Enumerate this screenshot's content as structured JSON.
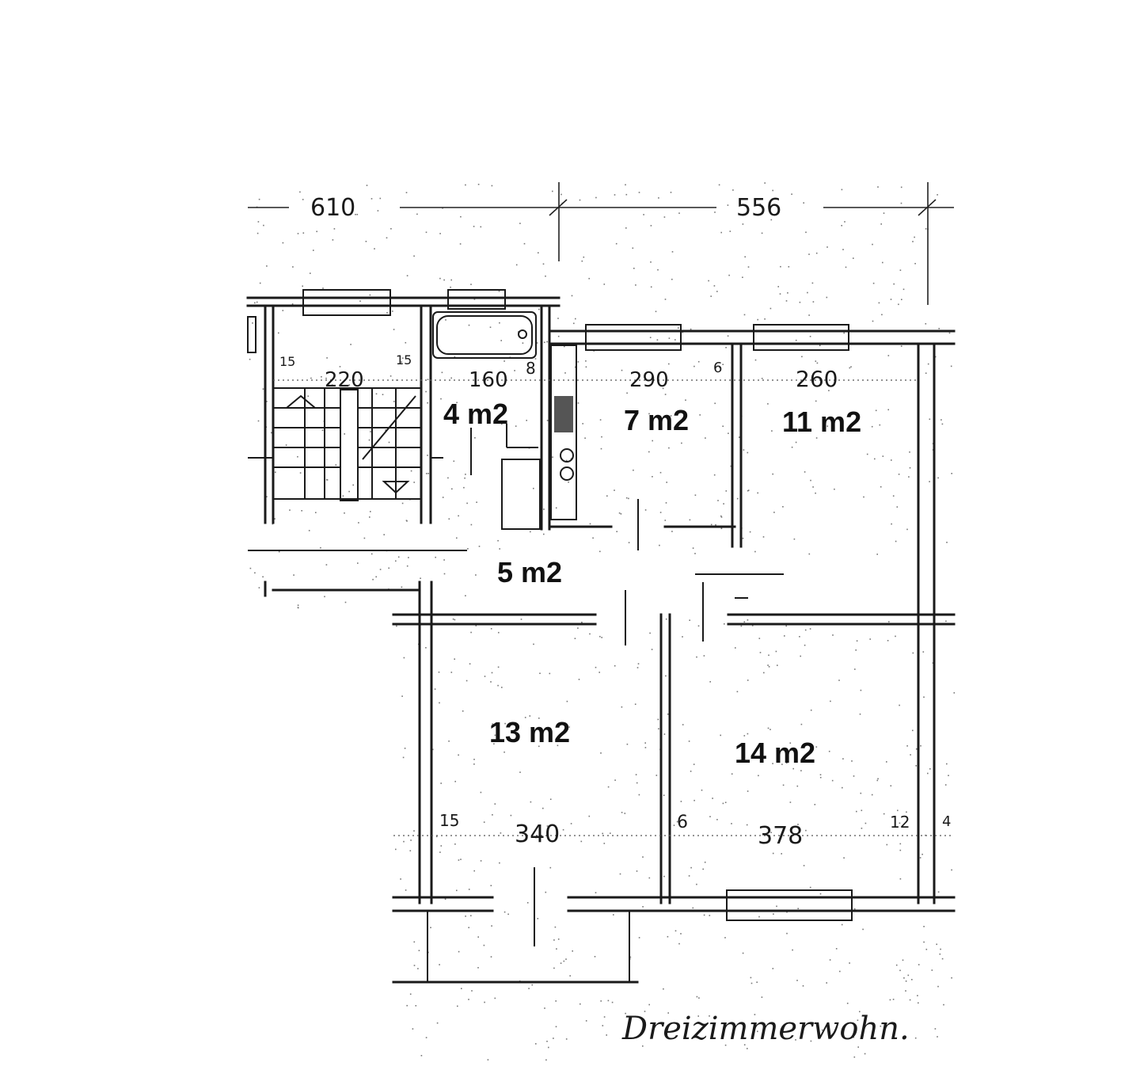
{
  "dimensions": {
    "top_left": "610",
    "top_right": "556"
  },
  "room_widths": {
    "stair": "220",
    "bath": "160",
    "kitchen": "290",
    "room_top_right": "260",
    "room_bottom_left": "340",
    "room_bottom_right": "378"
  },
  "wall_thicknesses": {
    "stair_left": "15",
    "stair_right": "15",
    "kitchen_left": "8",
    "kitchen_right": "6",
    "bottom_left": "15",
    "bottom_mid": "6",
    "bottom_right": "12",
    "edge_right": "4"
  },
  "areas": {
    "bath": "4 m2",
    "kitchen": "7 m2",
    "room_top_right": "11 m2",
    "hall": "5 m2",
    "room_bottom_left": "13 m2",
    "room_bottom_right": "14 m2"
  },
  "caption": "Dreizimmerwohn."
}
